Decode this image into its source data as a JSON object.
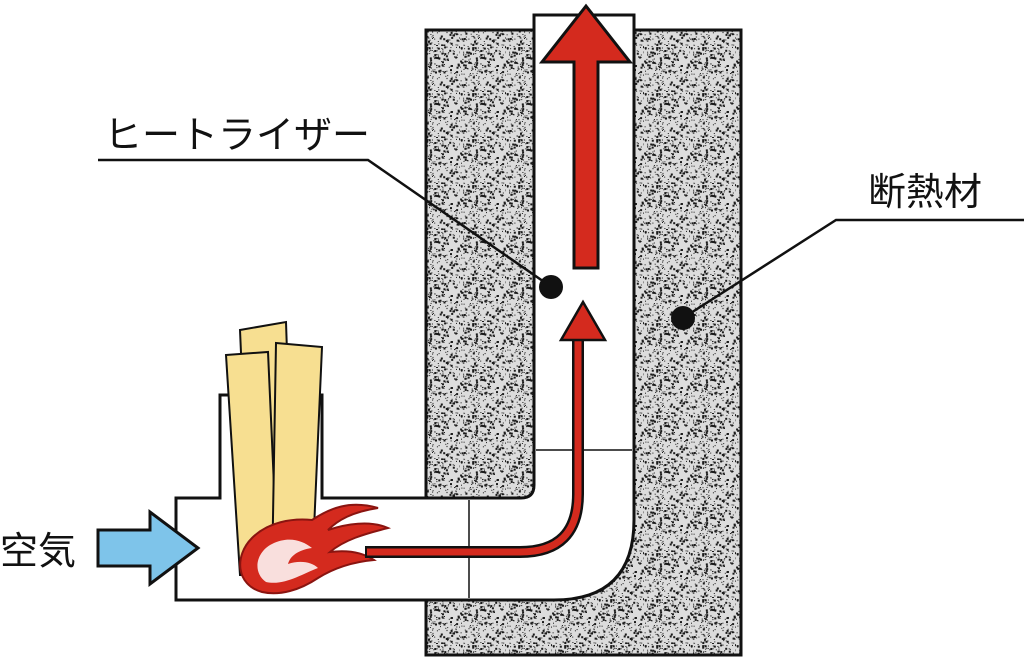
{
  "labels": {
    "heat_riser": "ヒートライザー",
    "insulation": "断熱材",
    "air": "空気"
  },
  "colors": {
    "outline": "#111111",
    "insulation_fill": "#d9d9d9",
    "insulation_speckle": "#1a1a1a",
    "pipe_fill": "#ffffff",
    "flame_red": "#d42a1e",
    "flame_dark": "#8a1410",
    "wood": "#f7df91",
    "air_arrow": "#7ec4ea"
  },
  "icons": {
    "flame": "flame-icon",
    "air_arrow": "air-arrow-icon",
    "pointer_dot": "pointer-dot-icon"
  }
}
